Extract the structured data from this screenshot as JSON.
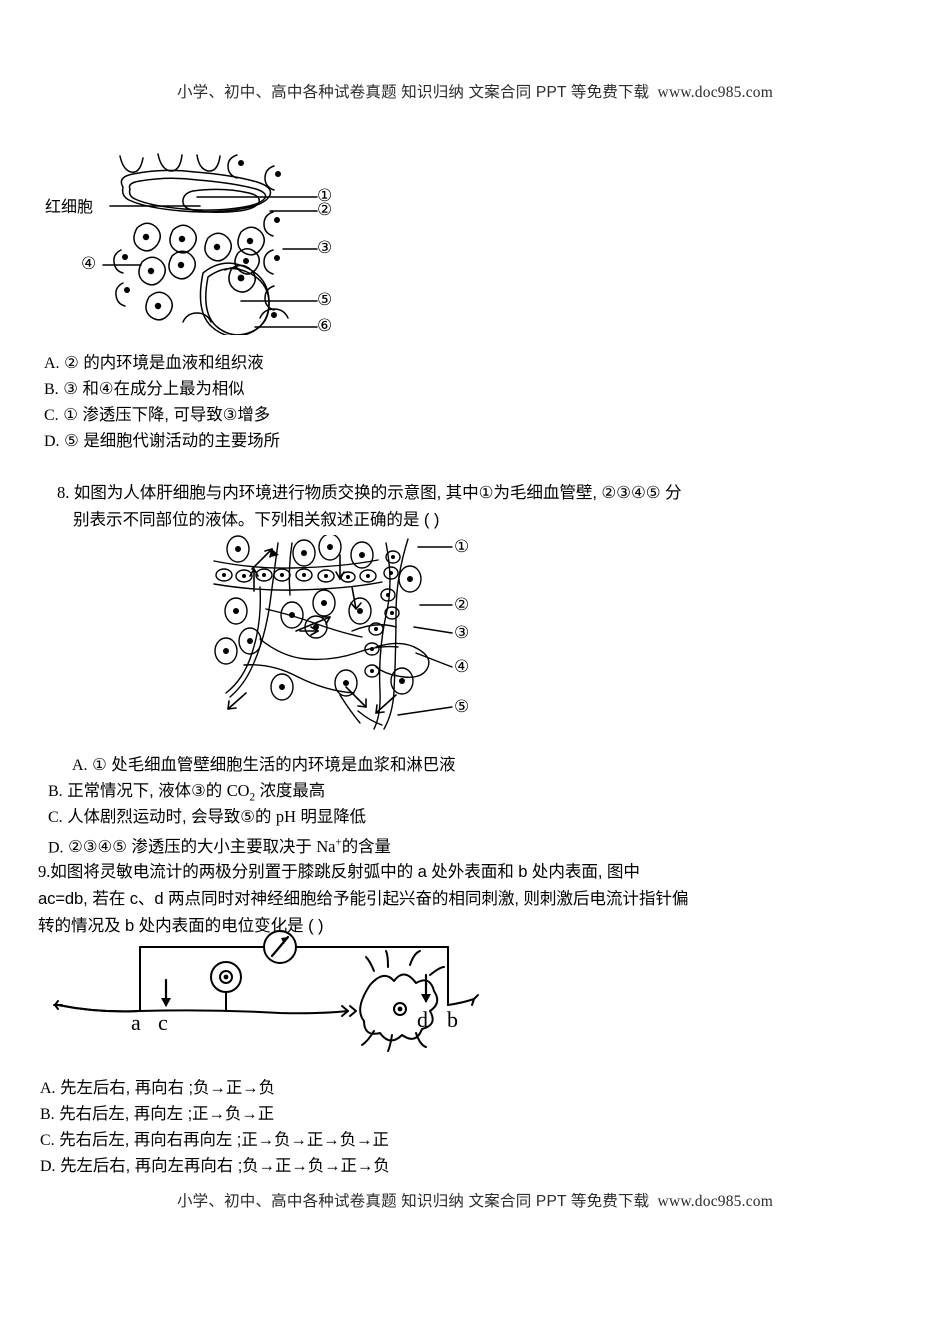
{
  "watermark": {
    "text": "小学、初中、高中各种试卷真题 知识归纳 文案合同 PPT 等免费下载",
    "url": "www.doc985.com"
  },
  "figure1": {
    "name": "blood-tissue-fluid-diagram",
    "side_label": "红细胞",
    "callouts": [
      "①",
      "②",
      "③",
      "④",
      "⑤",
      "⑥"
    ]
  },
  "figure2": {
    "name": "liver-cell-internal-environment-diagram",
    "callouts": [
      "①",
      "②",
      "③",
      "④",
      "⑤"
    ]
  },
  "figure3": {
    "name": "neuron-galvanometer-diagram",
    "point_labels": [
      "a",
      "c",
      "d",
      "b"
    ]
  },
  "question7": {
    "options": [
      {
        "label": "A.",
        "text": "② 的内环境是血液和组织液"
      },
      {
        "label": "B.",
        "text": "③ 和④在成分上最为相似"
      },
      {
        "label": "C.",
        "text": "① 渗透压下降, 可导致③增多"
      },
      {
        "label": "D.",
        "text": "⑤ 是细胞代谢活动的主要场所"
      }
    ]
  },
  "question8": {
    "number": "8.",
    "line1": "如图为人体肝细胞与内环境进行物质交换的示意图, 其中①为毛细血管壁, ②③④⑤ 分",
    "line2": "别表示不同部位的液体。下列相关叙述正确的是   (    )",
    "options": [
      {
        "label": "A.",
        "text": "① 处毛细血管壁细胞生活的内环境是血浆和淋巴液"
      },
      {
        "label": "B.",
        "text": "正常情况下, 液体③的 CO₂ 浓度最高"
      },
      {
        "label": "C.",
        "text": "人体剧烈运动时, 会导致⑤的 pH 明显降低"
      },
      {
        "label": "D.",
        "text": "②③④⑤ 渗透压的大小主要取决于 Na⁺ 的含量"
      }
    ]
  },
  "question9": {
    "number": "9.",
    "line1": "如图将灵敏电流计的两极分别置于膝跳反射弧中的 a 处外表面和 b 处内表面, 图中",
    "line2": "ac=db, 若在 c、d 两点同时对神经细胞给予能引起兴奋的相同刺激, 则刺激后电流计指针偏",
    "line3": "转的情况及 b 处内表面的电位变化是   (    )",
    "options": [
      {
        "label": "A.",
        "text": "先左后右, 再向右 ;负→正→负"
      },
      {
        "label": "B.",
        "text": "先右后左, 再向左 ;正→负→正"
      },
      {
        "label": "C.",
        "text": "先右后左, 再向右再向左 ;正→负→正→负→正"
      },
      {
        "label": "D.",
        "text": "先左后右, 再向左再向右 ;负→正→负→正→负"
      }
    ]
  }
}
